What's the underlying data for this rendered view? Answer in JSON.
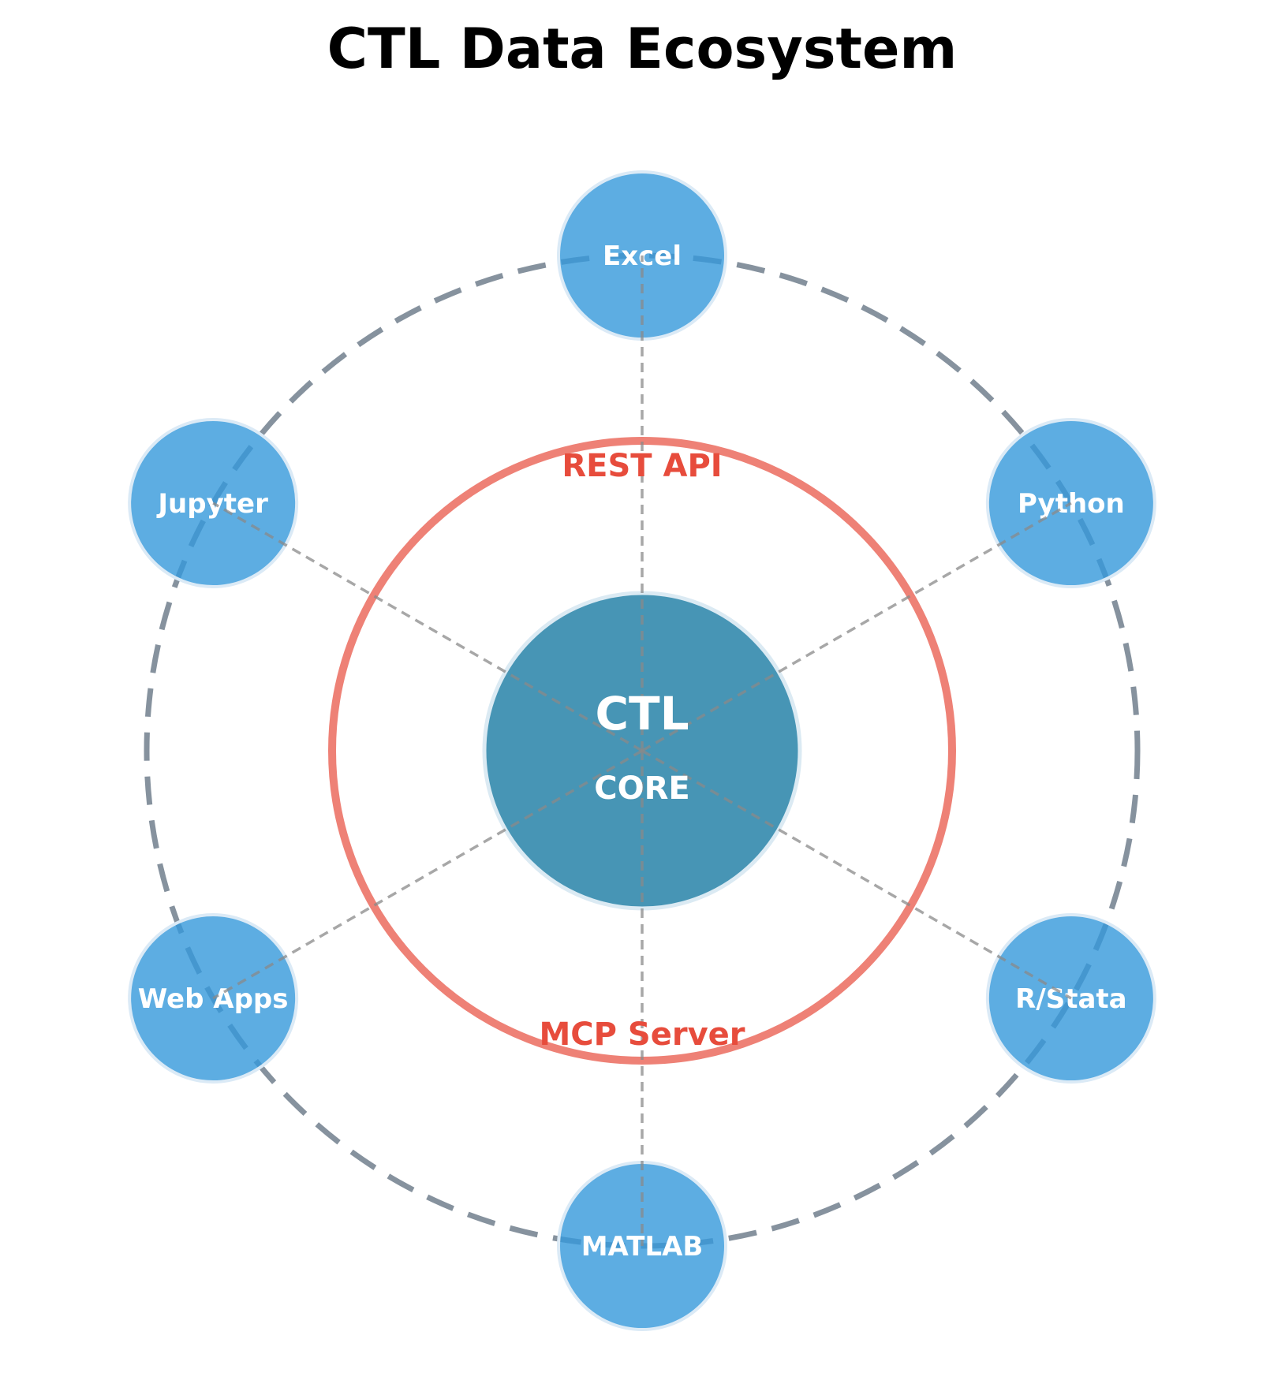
{
  "title": "CTL Data Ecosystem",
  "core": {
    "label": "CTL",
    "sublabel": "CORE",
    "color": "#2E86AB"
  },
  "api_ring": {
    "color": "#E74C3C",
    "labels": {
      "top": "REST API",
      "bottom": "MCP Server"
    }
  },
  "orbit": {
    "color": "#5D6D7E"
  },
  "spoke_color": "#8A8A8A",
  "node_color": "#3498DB",
  "nodes": [
    {
      "label": "Excel"
    },
    {
      "label": "Python"
    },
    {
      "label": "R/Stata"
    },
    {
      "label": "MATLAB"
    },
    {
      "label": "Web Apps"
    },
    {
      "label": "Jupyter"
    }
  ]
}
